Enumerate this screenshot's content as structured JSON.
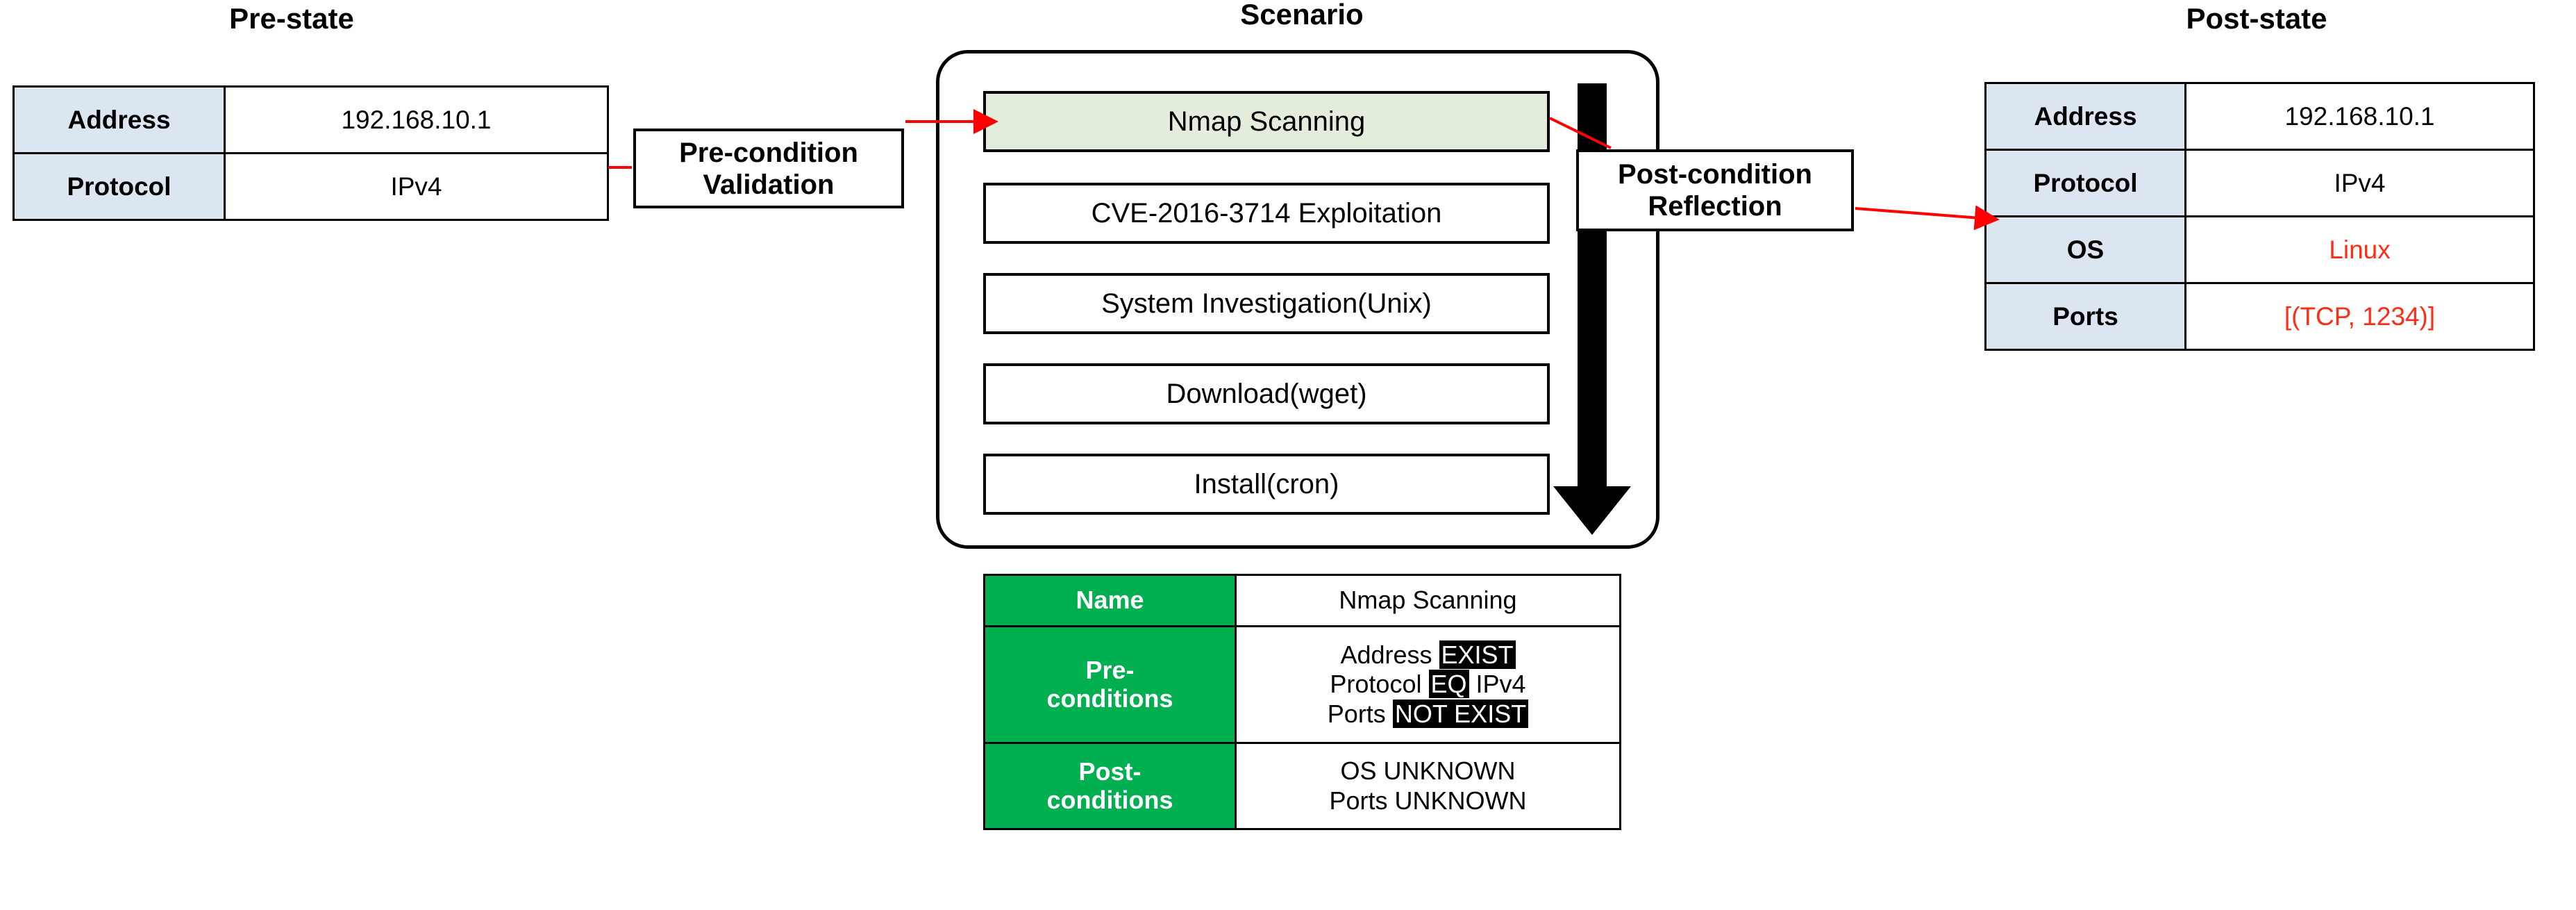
{
  "sections": {
    "pre_state_title": "Pre-state",
    "scenario_title": "Scenario",
    "post_state_title": "Post-state"
  },
  "pre_state": {
    "rows": [
      {
        "key": "Address",
        "value": "192.168.10.1"
      },
      {
        "key": "Protocol",
        "value": "IPv4"
      }
    ]
  },
  "post_state": {
    "rows": [
      {
        "key": "Address",
        "value": "192.168.10.1",
        "red": false
      },
      {
        "key": "Protocol",
        "value": "IPv4",
        "red": false
      },
      {
        "key": "OS",
        "value": "Linux",
        "red": true
      },
      {
        "key": "Ports",
        "value": "[(TCP, 1234)]",
        "red": true
      }
    ]
  },
  "processes": {
    "pre_validation_line1": "Pre-condition",
    "pre_validation_line2": "Validation",
    "post_reflection_line1": "Post-condition",
    "post_reflection_line2": "Reflection"
  },
  "scenario": {
    "steps": [
      {
        "label": "Nmap Scanning",
        "active": true
      },
      {
        "label": "CVE-2016-3714 Exploitation",
        "active": false
      },
      {
        "label": "System Investigation(Unix)",
        "active": false
      },
      {
        "label": "Download(wget)",
        "active": false
      },
      {
        "label": "Install(cron)",
        "active": false
      }
    ]
  },
  "detail": {
    "name_label": "Name",
    "name_value": "Nmap Scanning",
    "pre_label_line1": "Pre-",
    "pre_label_line2": "conditions",
    "pre_conditions": [
      {
        "subject": "Address",
        "op": "EXIST",
        "object": ""
      },
      {
        "subject": "Protocol",
        "op": "EQ",
        "object": "IPv4"
      },
      {
        "subject": "Ports",
        "op": "NOT EXIST",
        "object": ""
      }
    ],
    "post_label_line1": "Post-",
    "post_label_line2": "conditions",
    "post_conditions": [
      "OS UNKNOWN",
      "Ports UNKNOWN"
    ]
  },
  "colors": {
    "key_blue": "#DCE6F1",
    "header_green": "#00AF50",
    "active_green": "#E2EDDB",
    "red_accent": "#FF2D16",
    "connector_red": "#FF0000"
  }
}
